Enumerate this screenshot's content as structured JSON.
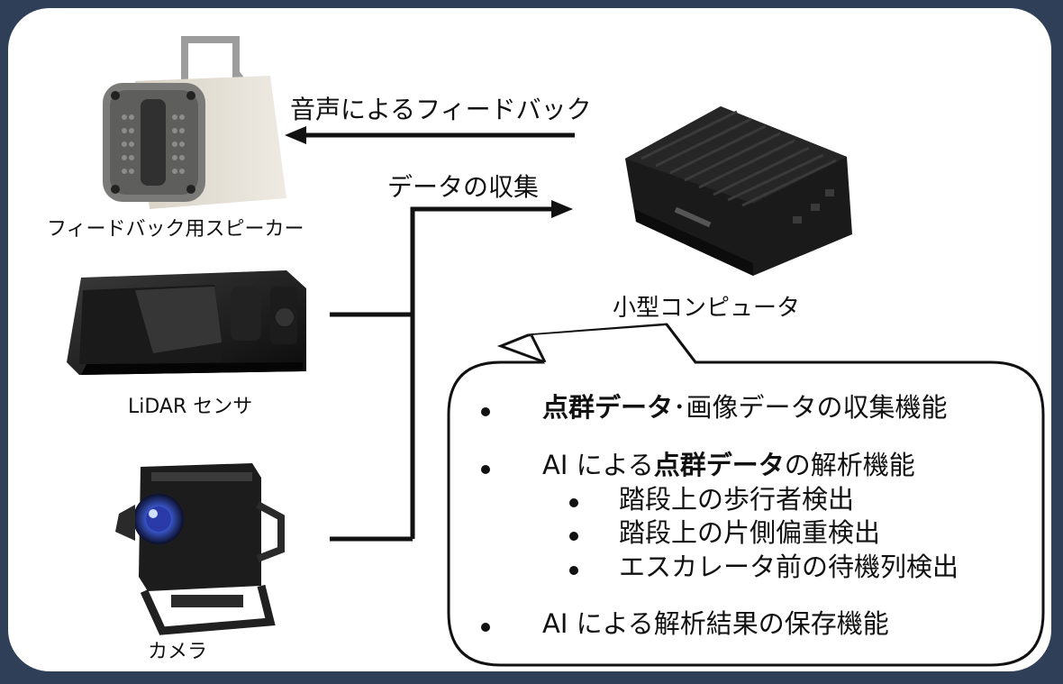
{
  "speaker": {
    "label": "フィードバック用スピーカー"
  },
  "lidar": {
    "label": "LiDAR センサ"
  },
  "camera": {
    "label": "カメラ"
  },
  "computer": {
    "label": "小型コンピュータ"
  },
  "arrows": {
    "feedback": "音声によるフィードバック",
    "collect": "データの収集"
  },
  "features": {
    "f1": {
      "bold": "点群データ",
      "rest": "･画像データの収集機能"
    },
    "f2": {
      "pre": "AI による",
      "bold": "点群データ",
      "rest": "の解析機能"
    },
    "f2_sub": [
      "踏段上の歩行者検出",
      "踏段上の片側偏重検出",
      "エスカレータ前の待機列検出"
    ],
    "f3": "AI による解析結果の保存機能"
  },
  "colors": {
    "frame": "#2f3f57",
    "panel": "#ffffff",
    "ink": "#111111"
  }
}
